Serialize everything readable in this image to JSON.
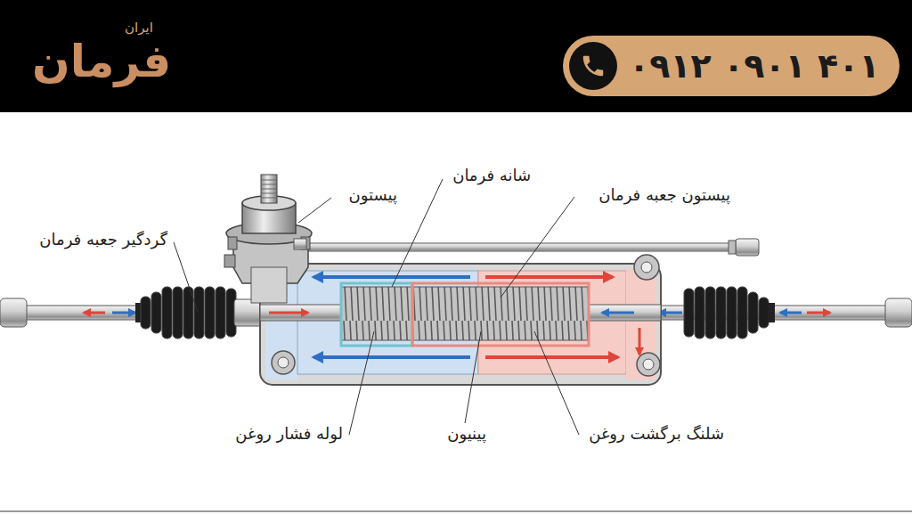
{
  "diagram": {
    "nodes": [
      {
        "text": [
          "۰۹۱۲ ۰۹۰۱ ۴۰۱"
        ]
      }
    ],
    "labels": [
      "ایران",
      "فرمان",
      "شانه فرمان",
      "پیستون",
      "پیستون جعبه فرمان",
      "گردگیر جعبه فرمان",
      "لوله فشار روغن",
      "پینیون",
      "شلنگ برگشت روغن"
    ]
  }
}
